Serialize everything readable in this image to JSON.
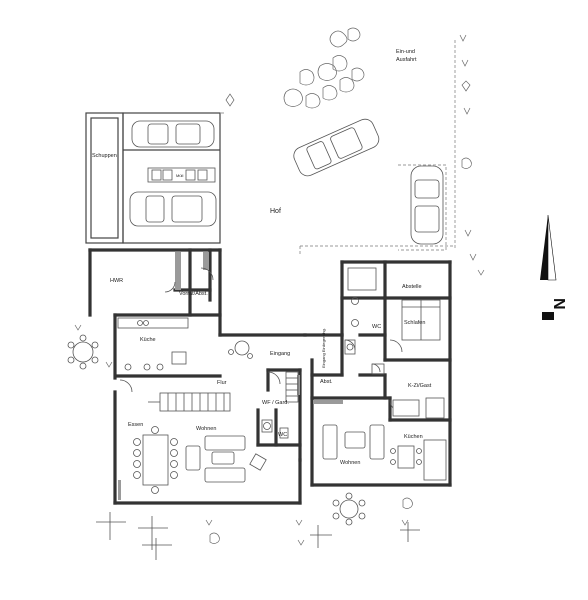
{
  "plan": {
    "labels": {
      "entrance_exit": [
        "Ein-und",
        "Ausfahrt"
      ],
      "shed": "Schuppen",
      "yard": "Hof",
      "utility": "HWR",
      "pantry": "Vorrat/Abst.",
      "kitchen_main": "Küche",
      "entrance": "Eingang",
      "hallway": "Flur",
      "dining": "Essen",
      "living_main": "Wohnen",
      "wc_cloak": "WF / Gard.",
      "wc_main": "WC",
      "wc_granny": "WC",
      "storage_room": "Abst.",
      "entrance_granny": "Eingang Einliegerwhg.",
      "storage_north": "Abstelle",
      "sleeping": "Schlafen",
      "child_guest": "K-Zi/Gast",
      "kitchen_granny": "Küchen",
      "living_granny": "Wohnen",
      "muell": "Müll"
    },
    "north": "N"
  }
}
